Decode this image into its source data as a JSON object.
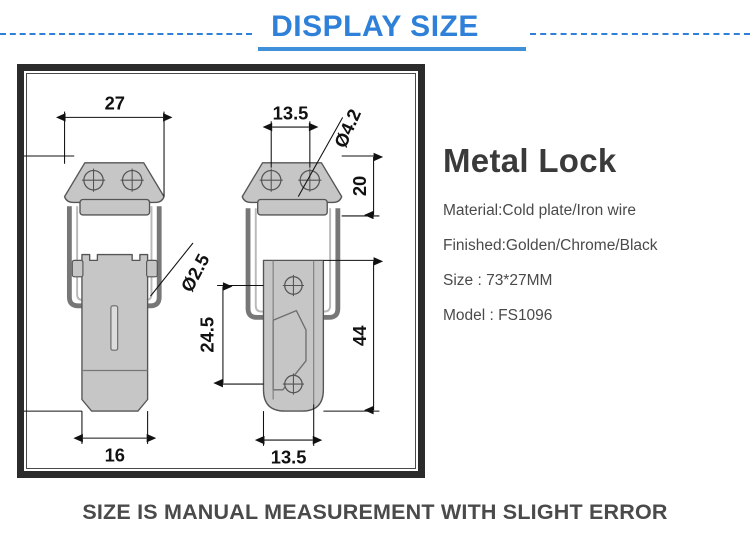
{
  "header": {
    "title": "DISPLAY SIZE"
  },
  "product": {
    "name": "Metal Lock",
    "specs": [
      "Material:Cold plate/Iron wire",
      "Finished:Golden/Chrome/Black",
      "Size : 73*27MM",
      "Model : FS1096"
    ]
  },
  "footer": {
    "note": "SIZE IS MANUAL MEASUREMENT WITH SLIGHT ERROR"
  },
  "drawing": {
    "left_view": {
      "dimensions": {
        "width_top": "27",
        "hole_diameter": "Ø2.5",
        "width_bottom": "16",
        "height_partial": "24.5"
      }
    },
    "right_view": {
      "dimensions": {
        "hole_spacing": "13.5",
        "hole_diameter": "Ø4.2",
        "height_top": "20",
        "height_total": "44",
        "width_bottom": "13.5"
      }
    }
  },
  "colors": {
    "accent_blue": "#2f80d8",
    "frame_dark": "#2b2b2b",
    "metal_fill": "#c6c6c6",
    "text_gray": "#4a4a4a"
  }
}
